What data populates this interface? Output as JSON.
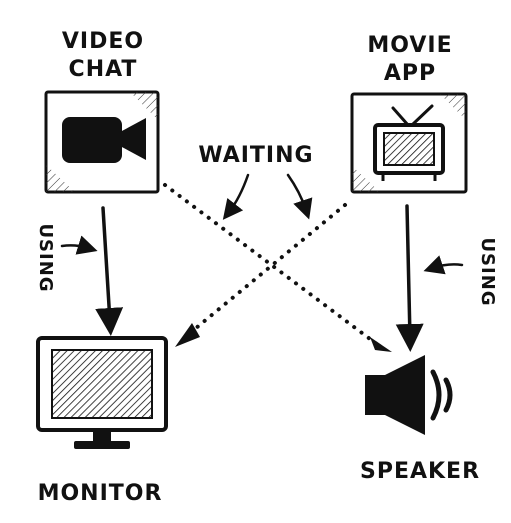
{
  "nodes": {
    "video_chat": {
      "label_line1": "VIDEO",
      "label_line2": "CHAT",
      "icon": "video-camera-icon"
    },
    "movie_app": {
      "label_line1": "MOVIE",
      "label_line2": "APP",
      "icon": "tv-icon"
    },
    "monitor": {
      "label": "MONITOR",
      "icon": "monitor-icon"
    },
    "speaker": {
      "label": "SPEAKER",
      "icon": "speaker-icon"
    }
  },
  "edges": {
    "using_left": "USING",
    "using_right": "USING",
    "waiting": "WAITING"
  },
  "colors": {
    "ink": "#111111",
    "background": "#ffffff"
  }
}
